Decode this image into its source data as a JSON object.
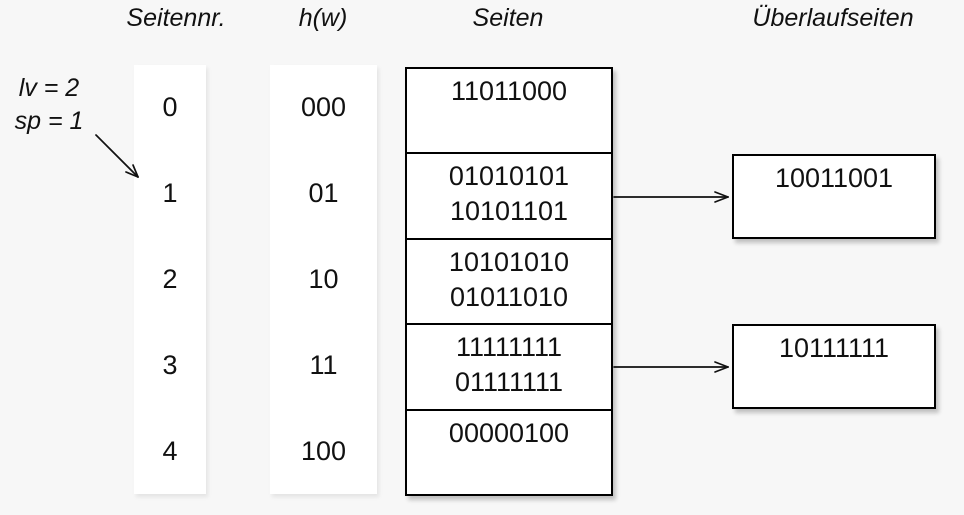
{
  "diagram": {
    "kind": "linear-hashing",
    "background": "#f7f7f7",
    "box_fill": "#ffffff",
    "line_color": "#111111"
  },
  "headers": {
    "page_nr": "Seitennr.",
    "hash": "h(w)",
    "pages": "Seiten",
    "overflow": "Überlaufseiten"
  },
  "annotation": {
    "lv": "lv = 2",
    "sp": "sp = 1"
  },
  "page_numbers": [
    "0",
    "1",
    "2",
    "3",
    "4"
  ],
  "hash_values": [
    "000",
    "01",
    "10",
    "11",
    "100"
  ],
  "buckets": [
    {
      "lines": [
        "11011000"
      ]
    },
    {
      "lines": [
        "01010101",
        "10101101"
      ]
    },
    {
      "lines": [
        "10101010",
        "01011010"
      ]
    },
    {
      "lines": [
        "11111111",
        "01111111"
      ]
    },
    {
      "lines": [
        "00000100"
      ]
    }
  ],
  "overflow_pages": [
    {
      "value": "10011001",
      "linked_bucket": "1"
    },
    {
      "value": "10111111",
      "linked_bucket": "3"
    }
  ]
}
